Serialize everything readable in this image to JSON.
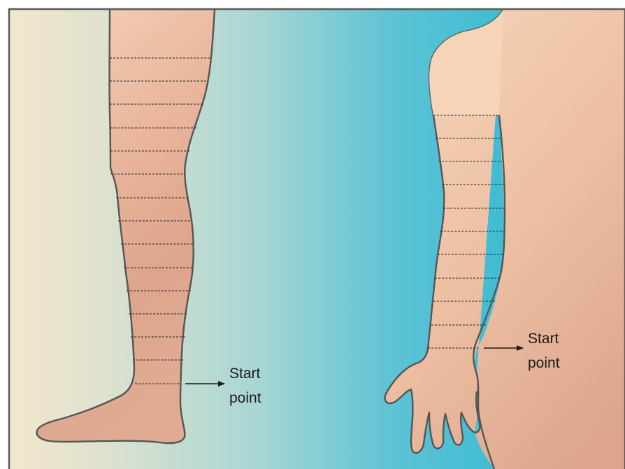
{
  "figure": {
    "labels": {
      "leg_start": [
        "Start",
        "point"
      ],
      "arm_start": [
        "Start",
        "point"
      ]
    },
    "colors": {
      "background_left": "#f3e6cc",
      "background_mid": "#a9d6d4",
      "background_right": "#4fc0d4",
      "skin_light": "#f4d0b4",
      "skin_dark": "#dea88e",
      "outline": "#555555",
      "frame": "#5a5a5a",
      "measure_lines": "#222222"
    },
    "measurement_lines": {
      "leg_count": 15,
      "arm_count": 11,
      "style": "dashed"
    }
  }
}
